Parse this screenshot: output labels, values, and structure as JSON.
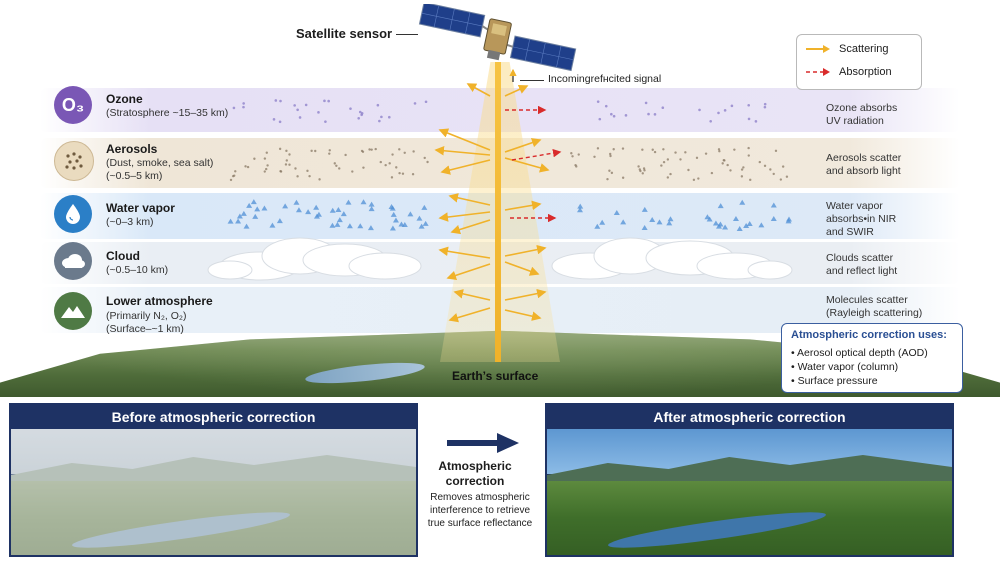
{
  "satellite": {
    "label": "Satellite sensor",
    "signal_label": "Incomingrefнcited signal"
  },
  "legend": {
    "items": [
      {
        "label": "Scattering",
        "color": "#f0b22a",
        "style": "arrow"
      },
      {
        "label": "Absorption",
        "color": "#d92b2b",
        "style": "dashed-arrow"
      }
    ]
  },
  "layers": [
    {
      "key": "ozone",
      "icon": "ozone-icon",
      "icon_text": "O₃",
      "icon_color": "#7a57b5",
      "name": "Ozone",
      "sub": "(Stratosphere ~15–35 km)",
      "note": "Ozone absorbs\nUV radiation"
    },
    {
      "key": "aerosols",
      "icon": "particles-icon",
      "icon_color": "#e9d6b8",
      "name": "Aerosols",
      "sub": "(Dust, smoke, sea salt)\n(~0.5–5 km)",
      "note": "Aerosols scatter\nand absorb light"
    },
    {
      "key": "water_vapor",
      "icon": "water-drop-icon",
      "icon_color": "#2b7fc7",
      "name": "Water vapor",
      "sub": "(~0–3 km)",
      "note": "Water vapor\nabsorbs•in NIR\nand SWIR"
    },
    {
      "key": "cloud",
      "icon": "cloud-icon",
      "icon_color": "#6b7a8c",
      "name": "Cloud",
      "sub": "(~0.5–10 km)",
      "note": "Clouds scatter\nand reflect light"
    },
    {
      "key": "lower",
      "icon": "mountain-icon",
      "icon_color": "#4f7a45",
      "name": "Lower atmosphere",
      "sub_line1": "(Primarily N₂, O₂)",
      "sub_line2": "(Surface–~1 km)",
      "note": "Molecules scatter\n(Rayleigh scattering)"
    }
  ],
  "surface_label": "Earth’s surface",
  "correction_uses": {
    "title": "Atmospheric correction uses:",
    "items": [
      "Aerosol optical depth (AOD)",
      "Water vapor (column)",
      "Surface pressure"
    ]
  },
  "panels": {
    "before_title": "Before atmospheric correction",
    "after_title": "After atmospheric correction"
  },
  "middle": {
    "title": "Atmospheric\ncorrection",
    "description": "Removes atmospheric\ninterference to retrieve\ntrue surface reflectance"
  },
  "colors": {
    "beam": "#f0b22a",
    "scatter_arrow": "#f0b22a",
    "absorb_arrow": "#d92b2b",
    "panel_header": "#1e3264",
    "uses_border": "#3b5fa0"
  }
}
